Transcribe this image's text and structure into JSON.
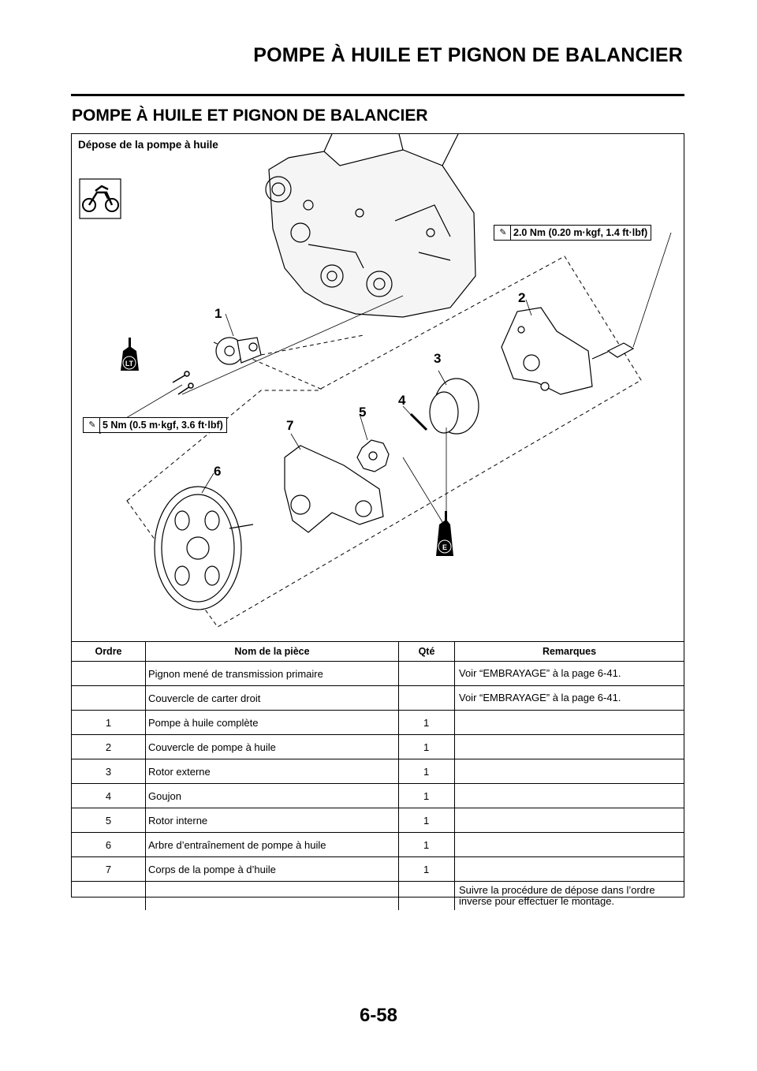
{
  "header": {
    "title": "POMPE À HUILE ET PIGNON DE BALANCIER"
  },
  "section": {
    "title": "POMPE À HUILE ET PIGNON DE BALANCIER"
  },
  "diagram": {
    "title": "Dépose de la pompe à huile",
    "torque_top": "2.0 Nm (0.20 m·kgf, 1.4 ft·lbf)",
    "torque_left": "5 Nm (0.5 m·kgf, 3.6 ft·lbf)",
    "symbol_lt": "LT",
    "symbol_e": "E",
    "callouts": [
      "1",
      "2",
      "3",
      "4",
      "5",
      "6",
      "7"
    ]
  },
  "table": {
    "headers": [
      "Ordre",
      "Nom de la pièce",
      "Qté",
      "Remarques"
    ],
    "rows": [
      {
        "order": "",
        "name": "Pignon mené de transmission primaire",
        "qty": "",
        "remarks": "Voir “EMBRAYAGE” à la page 6-41."
      },
      {
        "order": "",
        "name": "Couvercle de carter droit",
        "qty": "",
        "remarks": "Voir “EMBRAYAGE” à la page 6-41."
      },
      {
        "order": "1",
        "name": "Pompe à huile complète",
        "qty": "1",
        "remarks": ""
      },
      {
        "order": "2",
        "name": "Couvercle de pompe à huile",
        "qty": "1",
        "remarks": ""
      },
      {
        "order": "3",
        "name": "Rotor externe",
        "qty": "1",
        "remarks": ""
      },
      {
        "order": "4",
        "name": "Goujon",
        "qty": "1",
        "remarks": ""
      },
      {
        "order": "5",
        "name": "Rotor interne",
        "qty": "1",
        "remarks": ""
      },
      {
        "order": "6",
        "name": "Arbre d’entraînement de pompe à huile",
        "qty": "1",
        "remarks": ""
      },
      {
        "order": "7",
        "name": "Corps de la pompe à d’huile",
        "qty": "1",
        "remarks": ""
      },
      {
        "order": "",
        "name": "",
        "qty": "",
        "remarks": "Suivre la procédure de dépose dans l’ordre inverse pour effectuer le montage."
      }
    ]
  },
  "footer": {
    "page_number": "6-58"
  }
}
